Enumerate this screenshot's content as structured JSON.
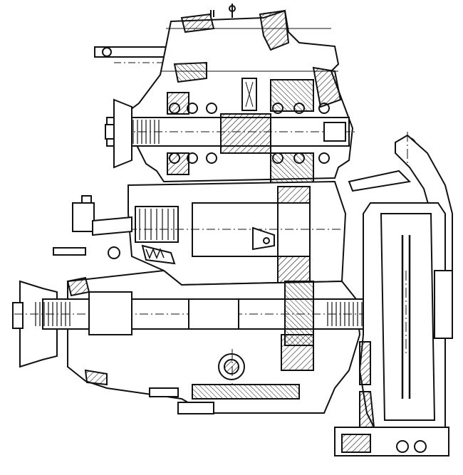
{
  "drawing": {
    "ink_color": "#111111",
    "paper_color": "#ffffff",
    "hatch_color": "#1a1a1a",
    "parts": [
      {
        "id": "upper-housing",
        "icon": "housing-outline"
      },
      {
        "id": "upper-shaft",
        "icon": "splined-shaft"
      },
      {
        "id": "upper-gears",
        "icon": "gear-section"
      },
      {
        "id": "intermediate-shaft",
        "icon": "shaft"
      },
      {
        "id": "lower-shaft",
        "icon": "splined-shaft"
      },
      {
        "id": "lower-housing",
        "icon": "housing-outline"
      },
      {
        "id": "lever-arm",
        "icon": "lever"
      },
      {
        "id": "bracket-mount",
        "icon": "bracket"
      },
      {
        "id": "top-rod",
        "icon": "rod"
      },
      {
        "id": "left-flange-upper",
        "icon": "flange"
      },
      {
        "id": "left-flange-lower",
        "icon": "flange"
      },
      {
        "id": "bearings",
        "icon": "bearing"
      },
      {
        "id": "grease-fitting",
        "icon": "fitting"
      }
    ]
  }
}
